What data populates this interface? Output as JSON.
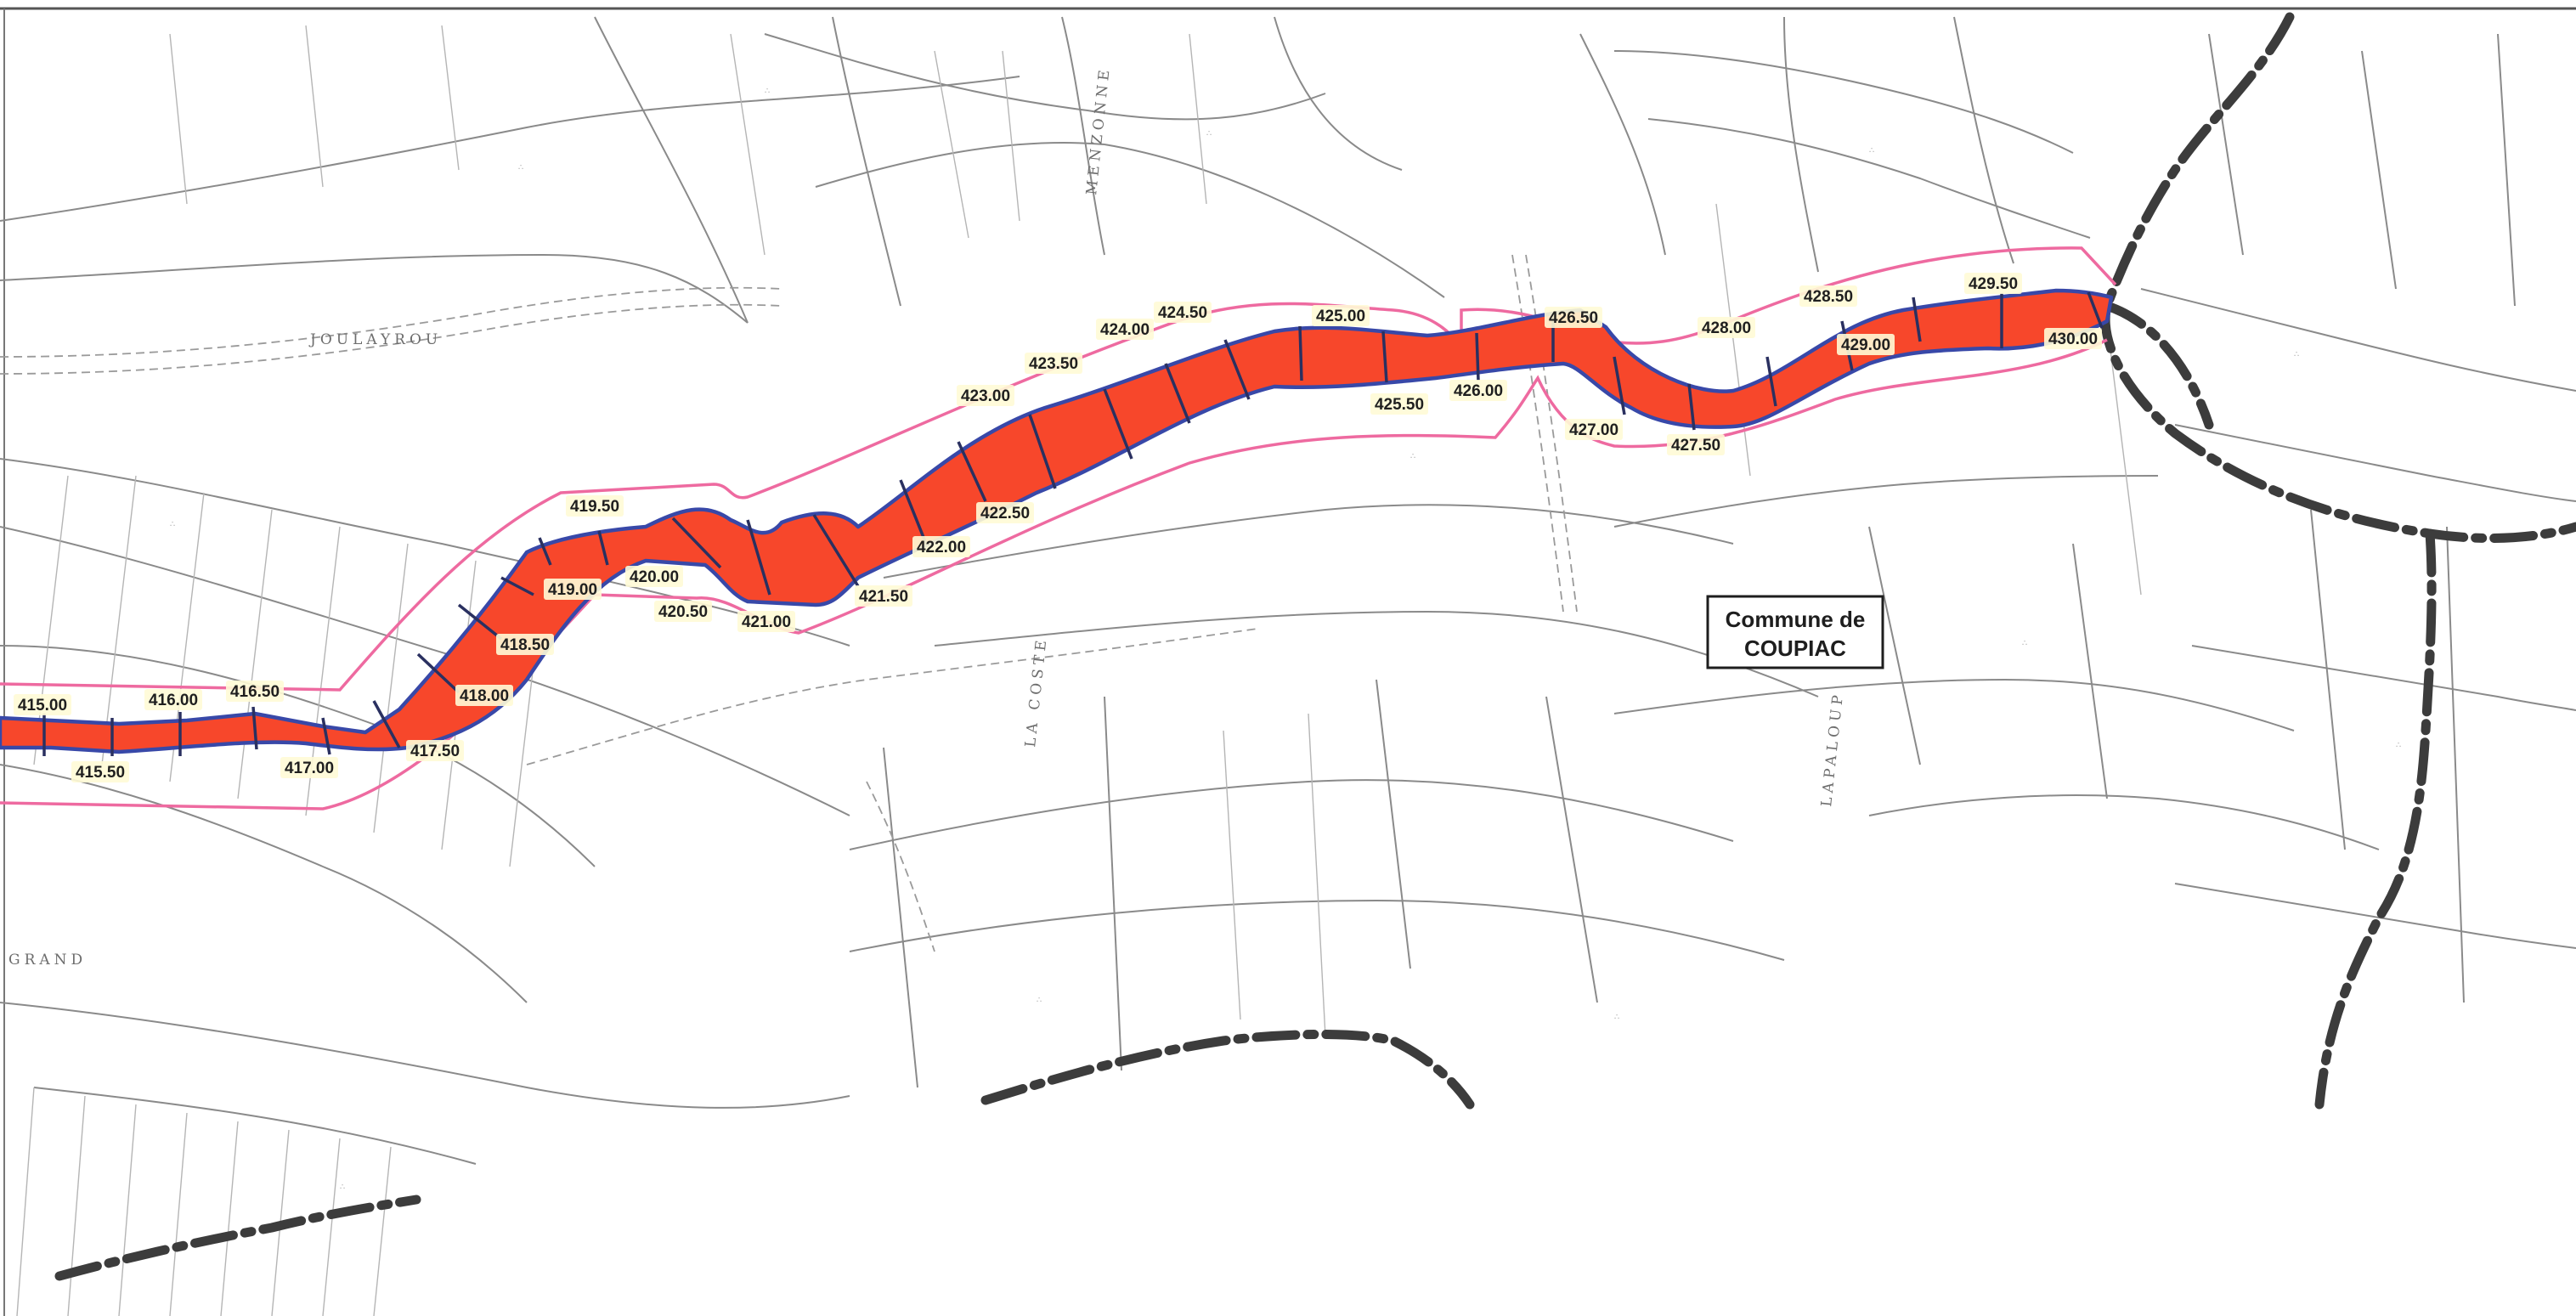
{
  "map": {
    "places": [
      {
        "name": "JOULAYROU"
      },
      {
        "name": "MENZONNE"
      },
      {
        "name": "LA COSTE"
      },
      {
        "name": "LAPALOUP"
      },
      {
        "name": "GRAND"
      }
    ],
    "commune_box": {
      "line1": "Commune de",
      "line2": "COUPIAC"
    },
    "kilometer_points": [
      "415.00",
      "415.50",
      "416.00",
      "416.50",
      "417.00",
      "417.50",
      "418.00",
      "418.50",
      "419.00",
      "419.50",
      "420.00",
      "420.50",
      "421.00",
      "421.50",
      "422.00",
      "422.50",
      "423.00",
      "423.50",
      "424.00",
      "424.50",
      "425.00",
      "425.50",
      "426.00",
      "426.50",
      "427.00",
      "427.50",
      "428.00",
      "428.50",
      "429.00",
      "429.50",
      "430.00"
    ],
    "colors": {
      "flood_zone": "#f7472b",
      "river_outline": "#3848a8",
      "envelope": "#ee6aa0",
      "boundary": "#3c3c3c",
      "label_background": "#fffbd6"
    }
  }
}
